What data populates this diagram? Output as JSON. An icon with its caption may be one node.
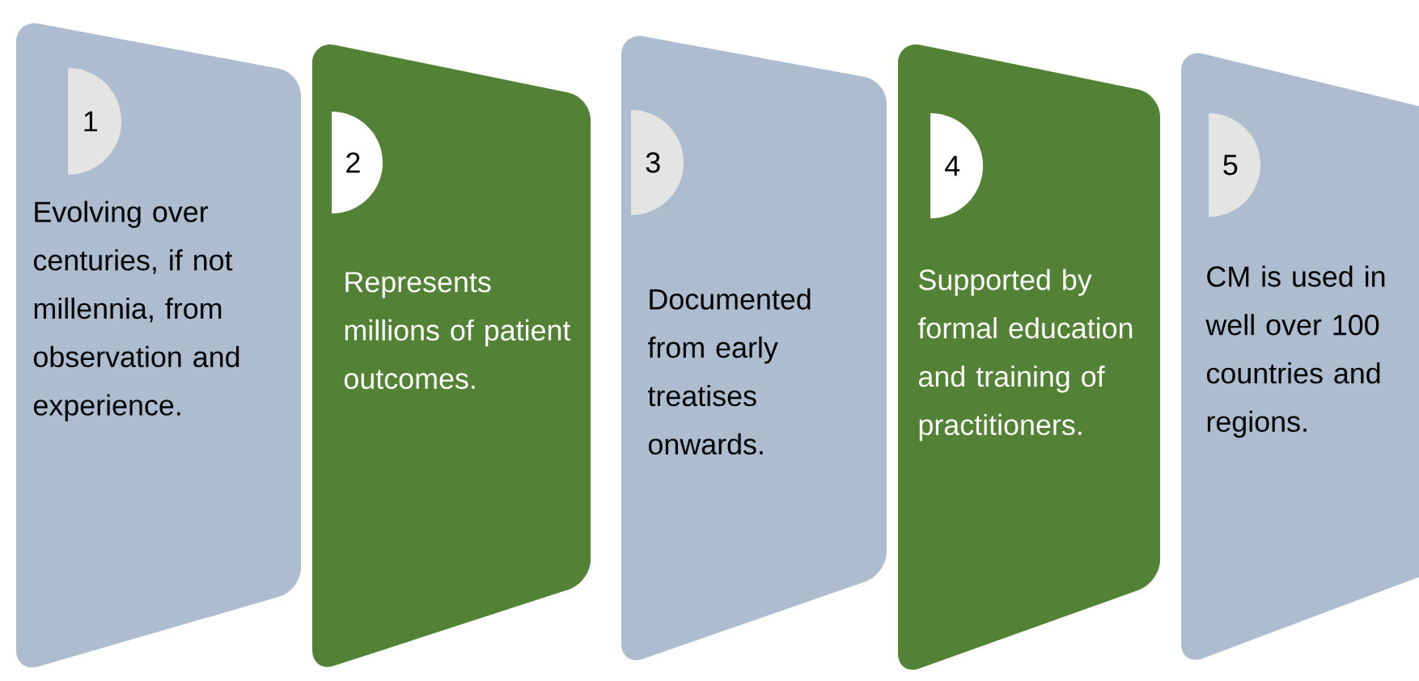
{
  "diagram": {
    "nodes": [
      {
        "text": [
          "Evolving over centuries, if not millennia, from observation and experience."
        ]
      },
      {
        "text": [
          "1"
        ],
        "in": 0
      },
      {
        "text": [
          "Represents millions of patient outcomes."
        ]
      },
      {
        "text": [
          "2"
        ],
        "in": 2
      },
      {
        "text": [
          "Documented from early treatises onwards."
        ]
      },
      {
        "text": [
          "3"
        ],
        "in": 4
      },
      {
        "text": [
          "Supported by formal education and training of practitioners."
        ]
      },
      {
        "text": [
          "4"
        ],
        "in": 6
      },
      {
        "text": [
          "CM is used in well over 100 countries and regions."
        ]
      },
      {
        "text": [
          "5"
        ],
        "in": 8
      }
    ]
  }
}
